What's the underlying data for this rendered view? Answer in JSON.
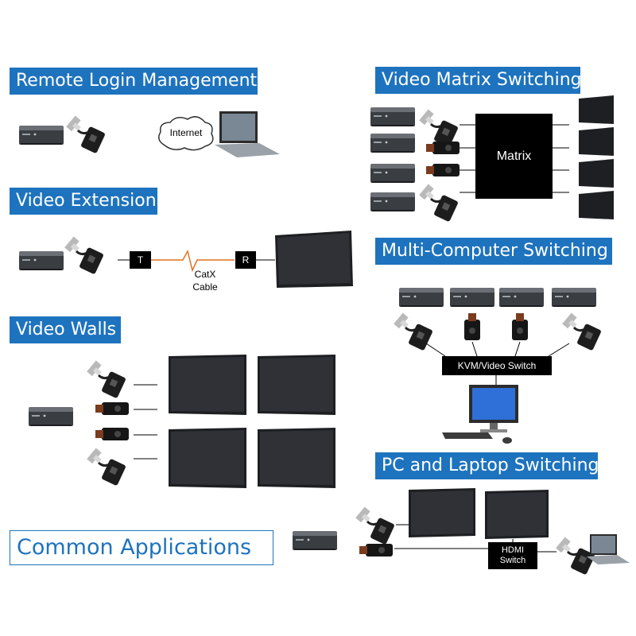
{
  "headings": {
    "remote_login": "Remote Login Management",
    "video_extension": "Video Extension",
    "video_walls": "Video Walls",
    "video_matrix": "Video Matrix Switching",
    "multi_computer": "Multi-Computer Switching",
    "pc_laptop": "PC and Laptop Switching",
    "common": "Common Applications"
  },
  "labels": {
    "internet": "Internet",
    "transmitter": "T",
    "receiver": "R",
    "catx_line1": "CatX",
    "catx_line2": "Cable",
    "matrix": "Matrix",
    "kvm_switch": "KVM/Video Switch",
    "hdmi_line1": "HDMI",
    "hdmi_line2": "Switch"
  },
  "icons": [
    "mini-pc-icon",
    "hdmi-dongle-icon",
    "usb-dongle-icon",
    "monitor-icon",
    "laptop-icon",
    "cloud-icon",
    "desktop-computer-icon",
    "keyboard-icon",
    "mouse-icon"
  ],
  "colors": {
    "heading_bg": "#1e73be",
    "heading_text": "#ffffff",
    "catx_cable": "#e07020",
    "device_black": "#000000"
  }
}
